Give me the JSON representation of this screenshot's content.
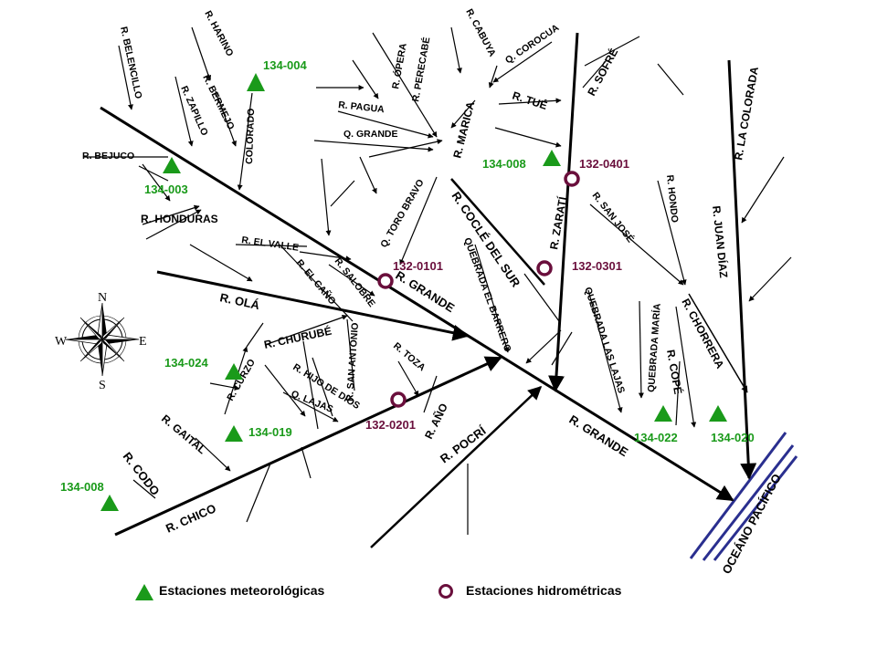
{
  "rivers": {
    "belencillo": "R. BELENCILLO",
    "harino": "R. HARINO",
    "bermejo": "R. BERMEJO",
    "zapillo": "R. ZAPILLO",
    "colorado": "COLORADO",
    "bejuco": "R. BEJUCO",
    "honduras": "R. HONDURAS",
    "opera": "R. ÓPERA",
    "perecabe": "R. PERECABÉ",
    "cabuya": "R. CABUYA",
    "corocua": "Q. COROCUA",
    "sofre": "R. SOFRÉ",
    "lacolorada": "R. LA COLORADA",
    "pagua": "R. PAGUA",
    "qgrande": "Q. GRANDE",
    "marica": "R. MARICA",
    "tue": "R. TUÉ",
    "torobravo": "Q. TORO BRAVO",
    "cocledelsur": "R. COCLÉ DEL SUR",
    "zarati": "R. ZARATÍ",
    "sanjose": "R. SAN JOSÉ",
    "hondo": "R. HONDO",
    "juandiaz": "R. JUAN DÍAZ",
    "elvalle": "R. EL VALLE",
    "elcano": "R. EL CAÑO",
    "salobre": "R. SALOBRE",
    "grande_upper": "R. GRANDE",
    "barrero": "QUEBRADA EL BARRERO",
    "ola": "R. OLÁ",
    "churube": "R. CHURUBÉ",
    "sanantonio": "R. SAN ANTONIO",
    "lajas_q": "QUEBRADA LAS LAJAS",
    "qmaria": "QUEBRADA MARÍA",
    "chorrera": "R. CHORRERA",
    "curzo": "R. CURZO",
    "hijodedios": "R. HIJO DE DIOS",
    "toza": "R. TOZA",
    "qlajas": "Q. LAJAS",
    "ano": "R. AÑO",
    "cope": "R. COPÉ",
    "gaital": "R. GAITAL",
    "pocri": "R. POCRÍ",
    "grande_lower": "R. GRANDE",
    "codo": "R. CODO",
    "chico": "R. CHICO",
    "oceano": "OCEÁNO PACÍFICO"
  },
  "stations": {
    "met": [
      {
        "id": "134-004"
      },
      {
        "id": "134-003"
      },
      {
        "id": "134-008"
      },
      {
        "id": "134-024"
      },
      {
        "id": "134-019"
      },
      {
        "id": "134-008"
      },
      {
        "id": "134-022"
      },
      {
        "id": "134-020"
      }
    ],
    "hyd": [
      {
        "id": "132-0401"
      },
      {
        "id": "132-0101"
      },
      {
        "id": "132-0301"
      },
      {
        "id": "132-0201"
      }
    ]
  },
  "compass": {
    "n": "N",
    "s": "S",
    "e": "E",
    "w": "W"
  },
  "legend": {
    "met": "Estaciones meteorológicas",
    "hyd": "Estaciones hidrométricas"
  },
  "colors": {
    "river": "#000000",
    "ocean": "#2a2f8f",
    "met": "#1a9a1a",
    "hyd_fill": "#ffffff",
    "hyd_stroke": "#6a0f3c"
  }
}
